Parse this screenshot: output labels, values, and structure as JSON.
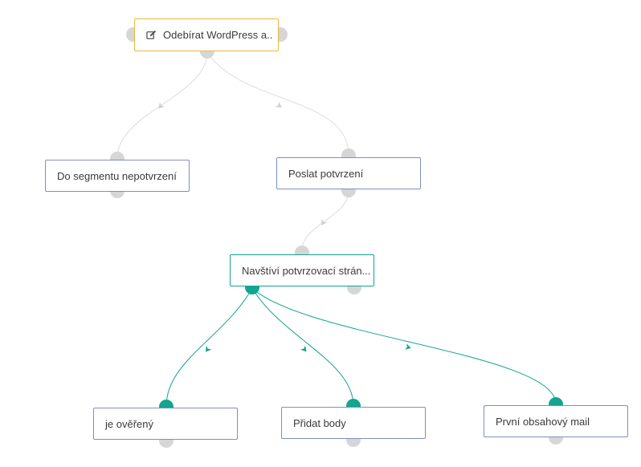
{
  "colors": {
    "default_border": "#7f8fbf",
    "start_border": "#f0b63b",
    "active": "#12a58f",
    "port": "#d6d6d6",
    "edge": "#dcdcdc"
  },
  "nodes": {
    "start": {
      "label": "Odebírat WordPress a..",
      "icon": "edit-icon"
    },
    "segment": {
      "label": "Do segmentu nepotvrzení"
    },
    "send_confirm": {
      "label": "Poslat potvrzení"
    },
    "visit_page": {
      "label": "Navštíví potvrzovací strán..."
    },
    "verified": {
      "label": "je ověřený"
    },
    "add_points": {
      "label": "Přidat body"
    },
    "first_mail": {
      "label": "První obsahový mail"
    }
  }
}
